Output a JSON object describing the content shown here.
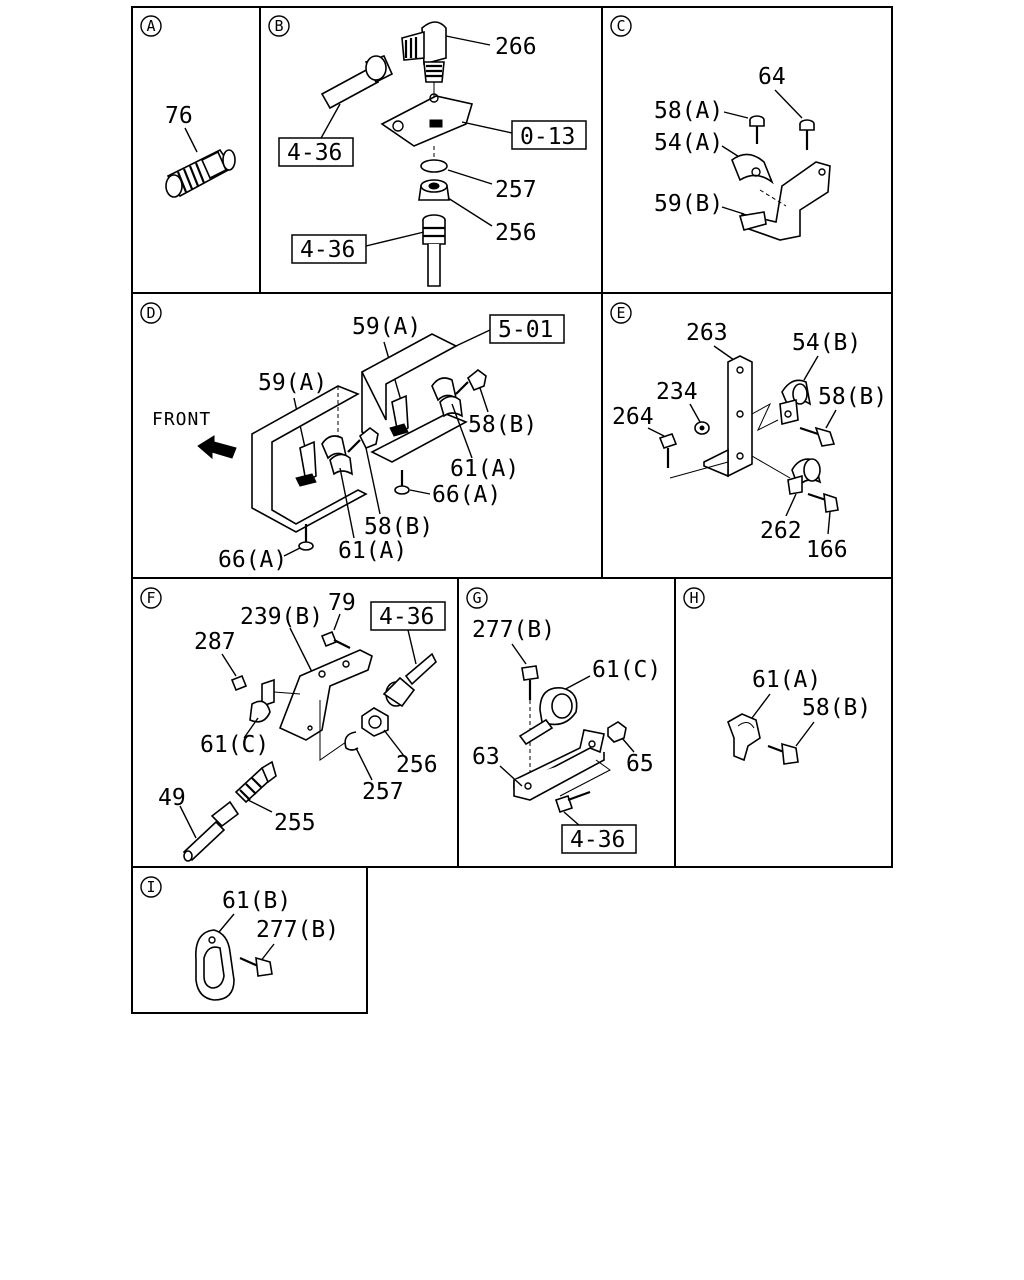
{
  "panels": {
    "A": {
      "letter": "A",
      "labels": {
        "p76": "76"
      }
    },
    "B": {
      "letter": "B",
      "labels": {
        "p266": "266",
        "ref436a": "4-36",
        "ref013": "0-13",
        "p257": "257",
        "p256": "256",
        "ref436b": "4-36"
      }
    },
    "C": {
      "letter": "C",
      "labels": {
        "p64": "64",
        "p58a": "58(A)",
        "p54a": "54(A)",
        "p59b": "59(B)"
      }
    },
    "D": {
      "letter": "D",
      "labels": {
        "p59a_top": "59(A)",
        "ref501": "5-01",
        "p59a_left": "59(A)",
        "front": "FRONT",
        "p58b_r": "58(B)",
        "p61a_r": "61(A)",
        "p66a_r": "66(A)",
        "p58b_b": "58(B)",
        "p61a_b": "61(A)",
        "p66a_b": "66(A)"
      }
    },
    "E": {
      "letter": "E",
      "labels": {
        "p263": "263",
        "p54b": "54(B)",
        "p234": "234",
        "p58b": "58(B)",
        "p264": "264",
        "p262": "262",
        "p166": "166"
      }
    },
    "F": {
      "letter": "F",
      "labels": {
        "p239b": "239(B)",
        "p79": "79",
        "ref436": "4-36",
        "p287": "287",
        "p61c": "61(C)",
        "p256": "256",
        "p257": "257",
        "p49": "49",
        "p255": "255"
      }
    },
    "G": {
      "letter": "G",
      "labels": {
        "p277b": "277(B)",
        "p61c": "61(C)",
        "p63": "63",
        "p65": "65",
        "ref436": "4-36"
      }
    },
    "H": {
      "letter": "H",
      "labels": {
        "p61a": "61(A)",
        "p58b": "58(B)"
      }
    },
    "I": {
      "letter": "I",
      "labels": {
        "p61b": "61(B)",
        "p277b": "277(B)"
      }
    }
  }
}
